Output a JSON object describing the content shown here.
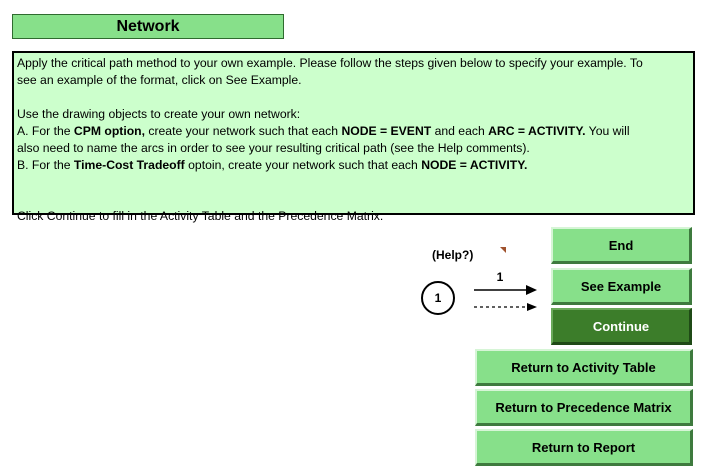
{
  "title": "Network",
  "instructions": {
    "line1": "Apply the critical path method  to your own example. Please follow the steps given below to specify your example. To",
    "line2": "see an example of the format, click on See Example.",
    "line3": "Use the drawing objects to create your own network:",
    "lineA_prefix": "A. For the ",
    "lineA_b1": "CPM option,",
    "lineA_mid1": " create your network such that each ",
    "lineA_b2": "NODE = EVENT",
    "lineA_mid2": " and each ",
    "lineA_b3": "ARC = ACTIVITY.",
    "lineA_end": " You will",
    "lineA2": "also need to name the arcs in order to see your resulting critical path (see the Help comments).",
    "lineB_prefix": "B. For the ",
    "lineB_b1": "Time-Cost Tradeoff",
    "lineB_mid": " optoin, create your network such that each ",
    "lineB_b2": "NODE = ACTIVITY.",
    "lineC": "Click Continue to fill in the Activity Table and the Precedence Matrix."
  },
  "help_label": "(Help?)",
  "diagram": {
    "node_label": "1",
    "arc_label": "1"
  },
  "buttons": {
    "end": "End",
    "see_example": "See Example",
    "continue": "Continue",
    "return_activity": "Return to Activity Table",
    "return_precedence": "Return to Precedence Matrix",
    "return_report": "Return to Report"
  },
  "colors": {
    "title_fill": "#87e08a",
    "instructions_fill": "#ccffcc",
    "button_fill": "#87e08a",
    "continue_fill": "#3c7d2a"
  }
}
